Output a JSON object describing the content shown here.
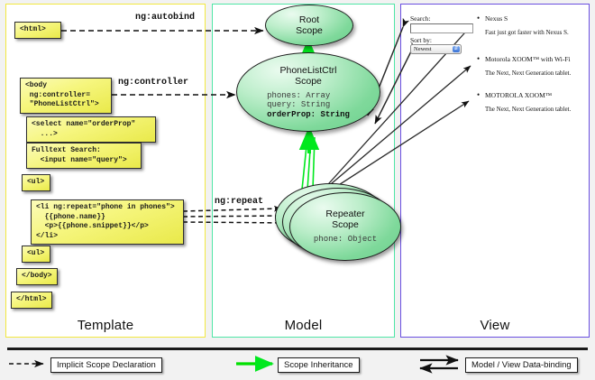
{
  "diagram": {
    "title": "AngularJS Template / Model / View scope diagram",
    "panels": [
      {
        "key": "template",
        "label": "Template",
        "border_color": "#f2e840"
      },
      {
        "key": "model",
        "label": "Model",
        "border_color": "#4fe6a6"
      },
      {
        "key": "view",
        "label": "View",
        "border_color": "#6a4fe0"
      }
    ]
  },
  "template": {
    "boxes": [
      {
        "name": "html-open",
        "text": "<html>"
      },
      {
        "name": "body-open",
        "text": "<body\n ng:controller=\n \"PhoneListCtrl\">"
      },
      {
        "name": "select",
        "text": "<select name=\"orderProp\"\n  ...>"
      },
      {
        "name": "fulltext",
        "text": "Fulltext Search:\n  <input name=\"query\">"
      },
      {
        "name": "ul-open",
        "text": "<ul>"
      },
      {
        "name": "li-repeat",
        "text": "<li ng:repeat=\"phone in phones\">\n  {{phone.name}}\n  <p>{{phone.snippet}}</p>\n</li>"
      },
      {
        "name": "ul-close",
        "text": "<ul>"
      },
      {
        "name": "body-close",
        "text": "</body>"
      },
      {
        "name": "html-close",
        "text": "</html>"
      }
    ]
  },
  "model": {
    "scopes": [
      {
        "name": "root-scope",
        "title": "Root\nScope",
        "props": ""
      },
      {
        "name": "phonelistctrl-scope",
        "title": "PhoneListCtrl\nScope",
        "props": "phones: Array\nquery: String\norderProp: String",
        "props_plain": "phones: Array\nquery: String",
        "props_bold": "orderProp: String"
      },
      {
        "name": "repeater-scope",
        "title": "Repeater\nScope",
        "props": "phone: Object"
      }
    ]
  },
  "edges": {
    "autobind": "ng:autobind",
    "controller": "ng:controller",
    "repeat": "ng:repeat"
  },
  "view": {
    "search_label": "Search:",
    "search_value": "",
    "sort_label": "Sort by:",
    "sort_selected": "Newest",
    "sort_options": [
      "Newest"
    ],
    "phones": [
      {
        "name": "Nexus S",
        "snippet": "Fast just got faster with Nexus S."
      },
      {
        "name": "Motorola XOOM™  with Wi-Fi",
        "snippet": "The Next, Next Generation tablet."
      },
      {
        "name": "MOTOROLA XOOM™",
        "snippet": "The Next, Next Generation tablet."
      }
    ]
  },
  "legend": {
    "items": [
      {
        "name": "implicit-scope-declaration",
        "label": "Implicit Scope Declaration",
        "style": "dashed-black-arrow"
      },
      {
        "name": "scope-inheritance",
        "label": "Scope Inheritance",
        "style": "solid-green-arrow",
        "color": "#00e000"
      },
      {
        "name": "model-view-data-binding",
        "label": "Model / View Data-binding",
        "style": "double-black-arrow"
      }
    ]
  }
}
